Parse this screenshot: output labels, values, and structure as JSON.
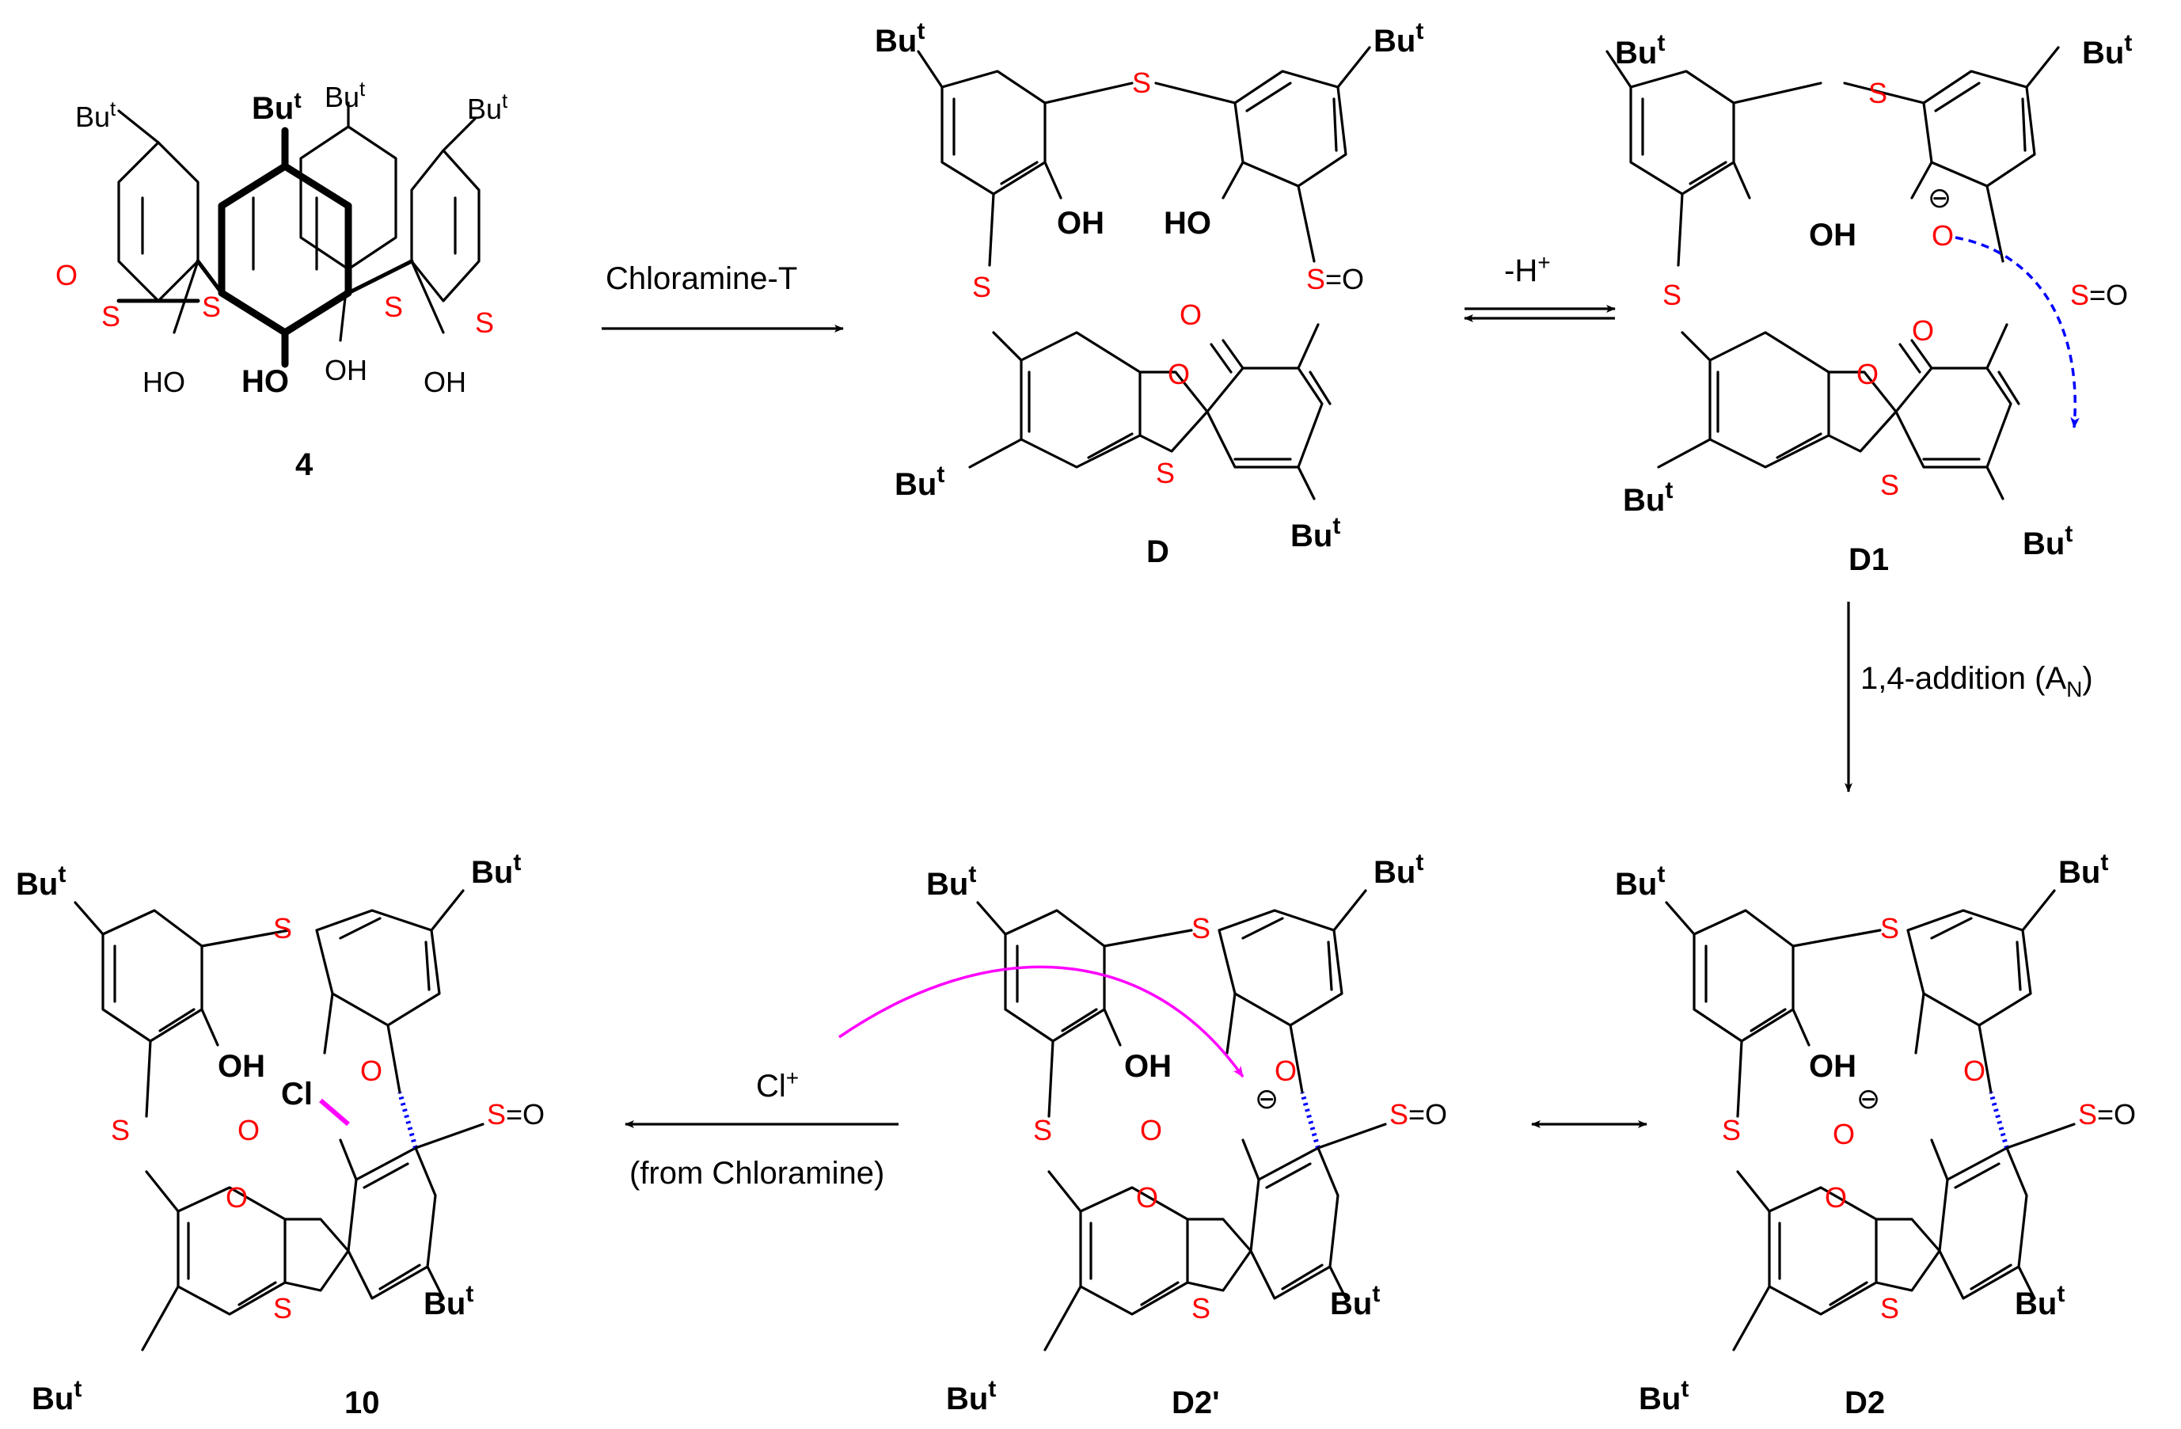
{
  "compounds": {
    "c4": "4",
    "D": "D",
    "D1": "D1",
    "D2": "D2",
    "D2p": "D2'",
    "c10": "10"
  },
  "atoms": {
    "but": "Bu",
    "t": "t",
    "S": "S",
    "O": "O",
    "OH": "OH",
    "HO": "HO",
    "eq_O": "=O",
    "Cl": "Cl",
    "minus": "⊖"
  },
  "reagents": {
    "step1": "Chloramine-T",
    "step2_main": "-H",
    "step2_sup": "+",
    "step3_main": "1,4-addition (A",
    "step3_sub": "N",
    "step3_close": ")",
    "step4_main": "Cl",
    "step4_sup": "+",
    "step4_note": "(from Chloramine)"
  },
  "colors": {
    "heteroatom": "#ff0000",
    "blue_arrow": "#0000ff",
    "magenta_arrow": "#ff00ff"
  }
}
